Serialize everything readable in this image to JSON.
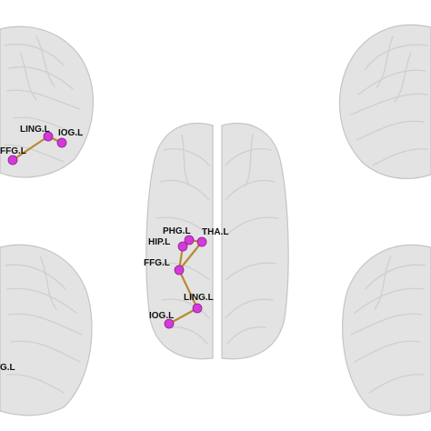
{
  "colors": {
    "brain": "#e3e3e3",
    "node": "#d43ad8",
    "edge": "#b78a2e",
    "label": "#111111"
  },
  "views": [
    {
      "id": "top-left-lateral",
      "nodes": [
        {
          "id": "LING.L",
          "label": "LING.L"
        },
        {
          "id": "IOG.L",
          "label": "IOG.L"
        },
        {
          "id": "FFG.L",
          "label": "FFG.L"
        }
      ],
      "edges": [
        [
          "LING.L",
          "IOG.L"
        ],
        [
          "LING.L",
          "FFG.L"
        ]
      ]
    },
    {
      "id": "center-axial",
      "nodes": [
        {
          "id": "PHG.L",
          "label": "PHG.L"
        },
        {
          "id": "THA.L",
          "label": "THA.L"
        },
        {
          "id": "HIP.L",
          "label": "HIP.L"
        },
        {
          "id": "FFG.L",
          "label": "FFG.L"
        },
        {
          "id": "LING.L",
          "label": "LING.L"
        },
        {
          "id": "IOG.L",
          "label": "IOG.L"
        }
      ],
      "edges": [
        [
          "PHG.L",
          "THA.L"
        ],
        [
          "HIP.L",
          "FFG.L"
        ],
        [
          "FFG.L",
          "THA.L"
        ],
        [
          "FFG.L",
          "LING.L"
        ],
        [
          "LING.L",
          "IOG.L"
        ]
      ]
    },
    {
      "id": "bottom-left-medial",
      "nodes": [
        {
          "id": "IOG.L",
          "label": "G.L"
        }
      ],
      "edges": []
    }
  ]
}
